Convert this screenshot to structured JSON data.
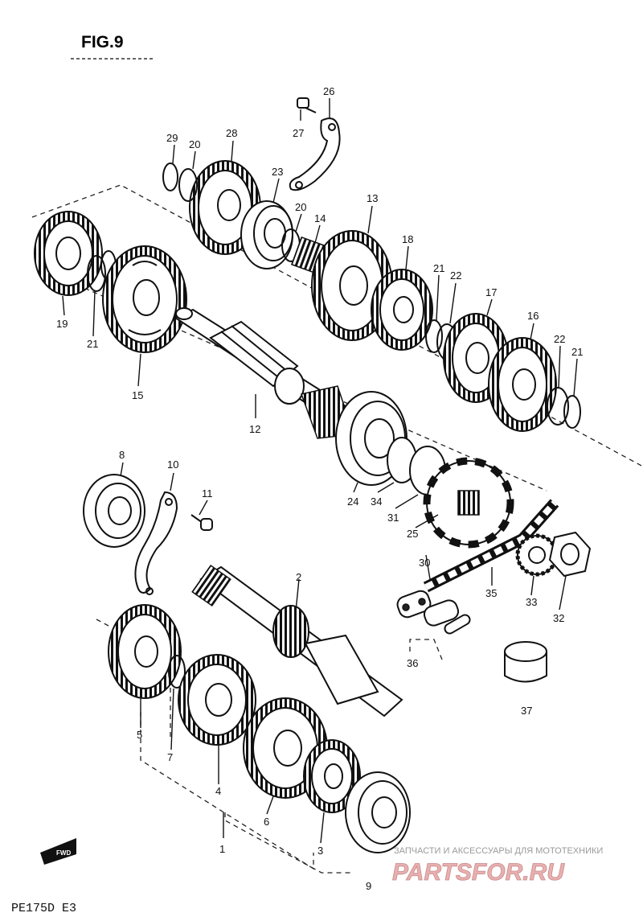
{
  "figure": {
    "title": "FIG.9",
    "model_code": "PE175D E3",
    "forward_marker": "FWD"
  },
  "watermark": {
    "tagline": "ЗАПЧАСТИ И АКСЕССУАРЫ ДЛЯ МОТОТЕХНИКИ",
    "brand": "PARTSFOR.RU"
  },
  "callouts": [
    {
      "id": "c1",
      "label": "1"
    },
    {
      "id": "c2",
      "label": "2"
    },
    {
      "id": "c3",
      "label": "3"
    },
    {
      "id": "c4",
      "label": "4"
    },
    {
      "id": "c5",
      "label": "5"
    },
    {
      "id": "c6",
      "label": "6"
    },
    {
      "id": "c7",
      "label": "7"
    },
    {
      "id": "c8",
      "label": "8"
    },
    {
      "id": "c9",
      "label": "9"
    },
    {
      "id": "c10",
      "label": "10"
    },
    {
      "id": "c11",
      "label": "11"
    },
    {
      "id": "c12",
      "label": "12"
    },
    {
      "id": "c13",
      "label": "13"
    },
    {
      "id": "c14",
      "label": "14"
    },
    {
      "id": "c15",
      "label": "15"
    },
    {
      "id": "c16",
      "label": "16"
    },
    {
      "id": "c17",
      "label": "17"
    },
    {
      "id": "c18",
      "label": "18"
    },
    {
      "id": "c19",
      "label": "19"
    },
    {
      "id": "c20a",
      "label": "20"
    },
    {
      "id": "c20b",
      "label": "20"
    },
    {
      "id": "c21a",
      "label": "21"
    },
    {
      "id": "c21b",
      "label": "21"
    },
    {
      "id": "c21c",
      "label": "21"
    },
    {
      "id": "c22a",
      "label": "22"
    },
    {
      "id": "c22b",
      "label": "22"
    },
    {
      "id": "c23",
      "label": "23"
    },
    {
      "id": "c24",
      "label": "24"
    },
    {
      "id": "c25",
      "label": "25"
    },
    {
      "id": "c26",
      "label": "26"
    },
    {
      "id": "c27",
      "label": "27"
    },
    {
      "id": "c28",
      "label": "28"
    },
    {
      "id": "c29",
      "label": "29"
    },
    {
      "id": "c30",
      "label": "30"
    },
    {
      "id": "c31",
      "label": "31"
    },
    {
      "id": "c32",
      "label": "32"
    },
    {
      "id": "c33",
      "label": "33"
    },
    {
      "id": "c34",
      "label": "34"
    },
    {
      "id": "c35",
      "label": "35"
    },
    {
      "id": "c36",
      "label": "36"
    },
    {
      "id": "c37",
      "label": "37"
    }
  ]
}
